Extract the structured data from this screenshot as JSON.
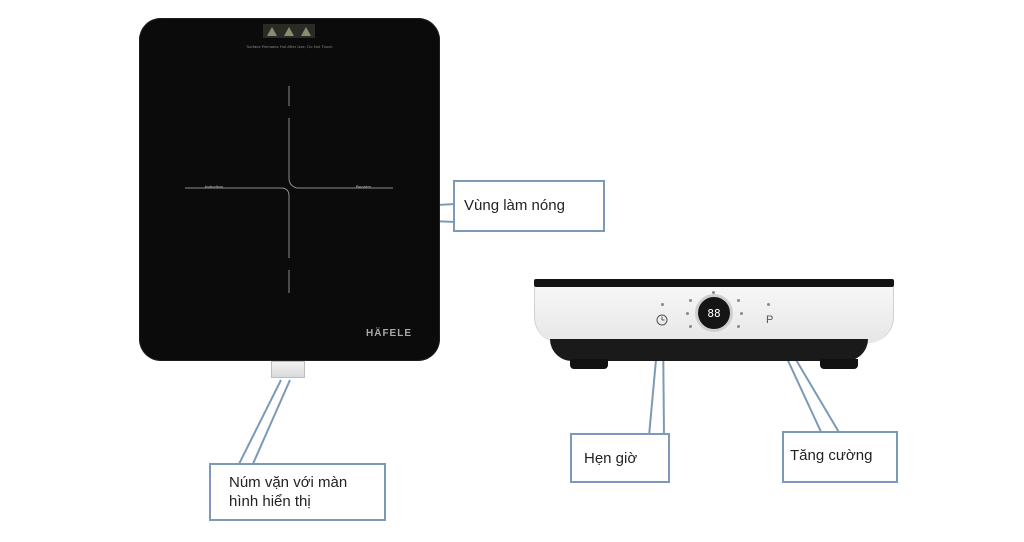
{
  "cooktop": {
    "warning_text": "Surface Remains Hot After Use, Do Not Touch",
    "zone_left_label": "Induction",
    "zone_right_label": "Booster",
    "brand": "HÄFELE"
  },
  "appliance": {
    "display_value": "88",
    "timer_icon": "timer-icon",
    "boost_icon": "P"
  },
  "callouts": {
    "heating_zone": "Vùng làm nóng",
    "knob_line1": "Núm vặn với màn",
    "knob_line2": "hình hiển thị",
    "timer": "Hẹn giờ",
    "boost": "Tăng cường"
  },
  "colors": {
    "callout_border": "#7c9ab8",
    "glass": "#0b0b0c"
  }
}
